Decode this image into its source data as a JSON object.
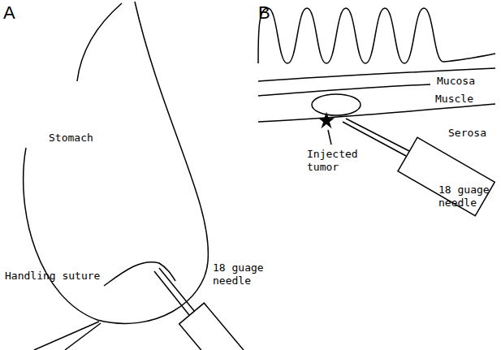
{
  "diagram": {
    "labels": [
      "A",
      "B",
      "Stomach",
      "Handling suture",
      "18 guage needle",
      "Mucosa",
      "Muscle",
      "Injected tumor",
      "Serosa",
      "18 guage needle"
    ]
  }
}
